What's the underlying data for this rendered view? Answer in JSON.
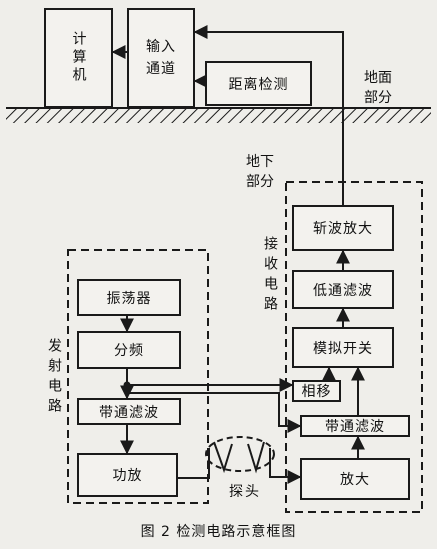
{
  "diagram": {
    "boxes": {
      "computer": "计算机",
      "input_channel_line1": "输入",
      "input_channel_line2": "通道",
      "distance_detect": "距离检测",
      "chopper_amp": "斩波放大",
      "lowpass": "低通滤波",
      "analog_switch": "模拟开关",
      "phase_shift": "相移",
      "bandpass_rx": "带通滤波",
      "amplify": "放大",
      "oscillator": "振荡器",
      "divider": "分频",
      "bandpass_tx": "带通滤波",
      "power_amp": "功放"
    },
    "labels": {
      "ground_line1": "地面",
      "ground_line2": "部分",
      "underground_line1": "地下",
      "underground_line2": "部分",
      "receive_circuit": "接收电路",
      "transmit_circuit": "发射电路",
      "probe": "探头"
    },
    "caption": "图 2   检测电路示意框图"
  }
}
